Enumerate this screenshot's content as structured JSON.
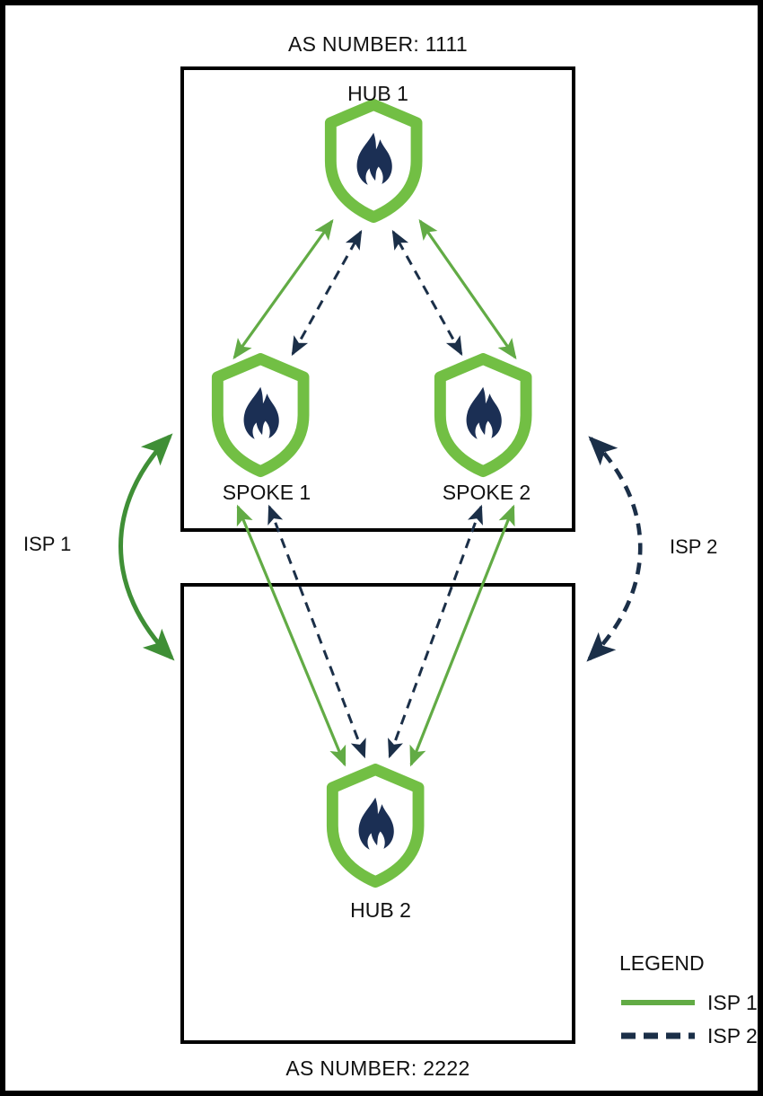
{
  "diagram": {
    "title_top": "AS NUMBER: 1111",
    "title_bottom": "AS NUMBER: 2222",
    "colors": {
      "isp1_green": "#62ab45",
      "isp2_navy": "#1b2f48",
      "shield_green": "#72bf44",
      "flame_navy": "#1b2f54",
      "frame_black": "#000000",
      "text_black": "#111111"
    }
  },
  "zones": [
    {
      "id": "as-1111",
      "label": "AS NUMBER: 1111"
    },
    {
      "id": "as-2222",
      "label": "AS NUMBER: 2222"
    }
  ],
  "nodes": [
    {
      "id": "hub-1",
      "label": "HUB 1",
      "zone": "as-1111",
      "icon": "firewall-shield-icon"
    },
    {
      "id": "spoke-1",
      "label": "SPOKE 1",
      "zone": "as-1111",
      "icon": "firewall-shield-icon"
    },
    {
      "id": "spoke-2",
      "label": "SPOKE 2",
      "zone": "as-1111",
      "icon": "firewall-shield-icon"
    },
    {
      "id": "hub-2",
      "label": "HUB 2",
      "zone": "as-2222",
      "icon": "firewall-shield-icon"
    }
  ],
  "isp_links": [
    {
      "id": "isp-1",
      "label": "ISP 1",
      "style": "solid",
      "color": "#62ab45",
      "side": "left"
    },
    {
      "id": "isp-2",
      "label": "ISP 2",
      "style": "dashed",
      "color": "#1b2f48",
      "side": "right"
    }
  ],
  "connections": [
    {
      "from": "spoke-1",
      "to": "hub-1",
      "isp": "ISP 1",
      "style": "solid"
    },
    {
      "from": "spoke-1",
      "to": "hub-1",
      "isp": "ISP 2",
      "style": "dashed"
    },
    {
      "from": "spoke-2",
      "to": "hub-1",
      "isp": "ISP 1",
      "style": "solid"
    },
    {
      "from": "spoke-2",
      "to": "hub-1",
      "isp": "ISP 2",
      "style": "dashed"
    },
    {
      "from": "spoke-1",
      "to": "hub-2",
      "isp": "ISP 1",
      "style": "solid"
    },
    {
      "from": "spoke-1",
      "to": "hub-2",
      "isp": "ISP 2",
      "style": "dashed"
    },
    {
      "from": "spoke-2",
      "to": "hub-2",
      "isp": "ISP 1",
      "style": "solid"
    },
    {
      "from": "spoke-2",
      "to": "hub-2",
      "isp": "ISP 2",
      "style": "dashed"
    }
  ],
  "legend": {
    "title": "LEGEND",
    "items": [
      {
        "label": "ISP 1",
        "style": "solid",
        "color": "#62ab45"
      },
      {
        "label": "ISP 2",
        "style": "dashed",
        "color": "#1b2f48"
      }
    ]
  }
}
